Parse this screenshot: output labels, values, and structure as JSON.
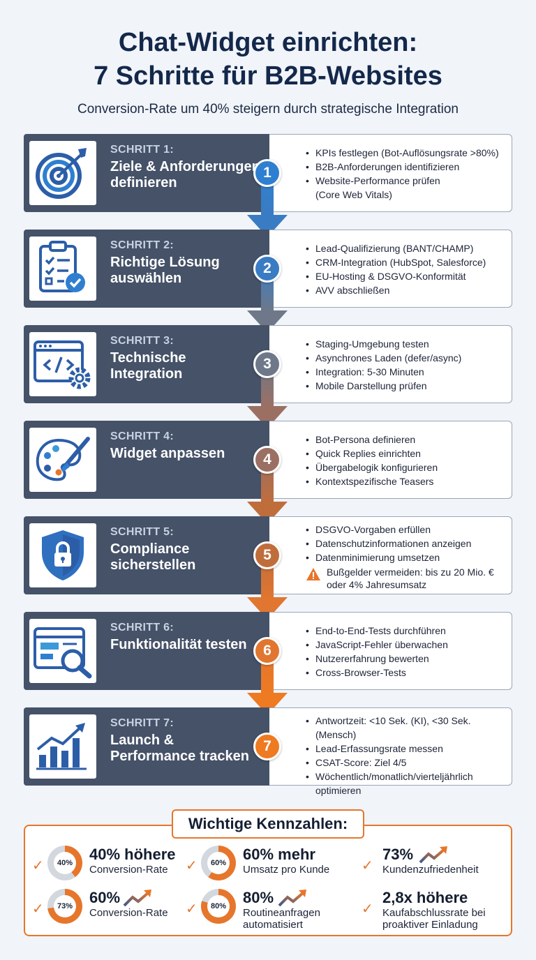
{
  "header": {
    "title_line1": "Chat-Widget einrichten:",
    "title_line2": "7 Schritte für B2B-Websites",
    "subtitle": "Conversion-Rate um 40% steigern durch strategische Integration"
  },
  "steps": [
    {
      "number": "1",
      "label": "SCHRITT 1:",
      "name": "Ziele & Anforderungen definieren",
      "icon": "target-icon",
      "color": "#2f7fd0",
      "bullets": [
        "KPIs festlegen (Bot-Auflösungsrate >80%)",
        "B2B-Anforderungen identifizieren",
        "Website-Performance prüfen",
        "(Core Web Vitals)"
      ]
    },
    {
      "number": "2",
      "label": "SCHRITT 2:",
      "name": "Richtige Lösung auswählen",
      "icon": "checklist-icon",
      "color": "#3a7cc3",
      "bullets": [
        "Lead-Qualifizierung (BANT/CHAMP)",
        "CRM-Integration (HubSpot, Salesforce)",
        "EU-Hosting & DSGVO-Konformität",
        "AVV abschließen"
      ]
    },
    {
      "number": "3",
      "label": "SCHRITT 3:",
      "name": "Technische Integration",
      "icon": "code-window-icon",
      "color": "#6e7889",
      "bullets": [
        "Staging-Umgebung testen",
        "Asynchrones Laden (defer/async)",
        "Integration: 5-30 Minuten",
        "Mobile Darstellung prüfen"
      ]
    },
    {
      "number": "4",
      "label": "SCHRITT 4:",
      "name": "Widget anpassen",
      "icon": "palette-icon",
      "color": "#9b7063",
      "bullets": [
        "Bot-Persona definieren",
        "Quick Replies einrichten",
        "Übergabelogik konfigurieren",
        "Kontextspezifische Teasers"
      ]
    },
    {
      "number": "5",
      "label": "SCHRITT 5:",
      "name": "Compliance sicherstellen",
      "icon": "shield-lock-icon",
      "color": "#c06d3c",
      "bullets": [
        "DSGVO-Vorgaben erfüllen",
        "Datenschutzinformationen anzeigen",
        "Datenminimierung umsetzen"
      ],
      "warning": "Bußgelder vermeiden: bis zu 20 Mio. € oder 4% Jahresumsatz"
    },
    {
      "number": "6",
      "label": "SCHRITT 6:",
      "name": "Funktionalität testen",
      "icon": "magnify-window-icon",
      "color": "#e07630",
      "bullets": [
        "End-to-End-Tests durchführen",
        "JavaScript-Fehler überwachen",
        "Nutzererfahrung bewerten",
        "Cross-Browser-Tests"
      ]
    },
    {
      "number": "7",
      "label": "SCHRITT 7:",
      "name": "Launch & Performance tracken",
      "icon": "bar-chart-icon",
      "color": "#ee7a22",
      "bullets": [
        "Antwortzeit: <10 Sek. (KI), <30 Sek. (Mensch)",
        "Lead-Erfassungsrate messen",
        "CSAT-Score: Ziel 4/5",
        "Wöchentlich/monatlich/vierteljährlich",
        "optimieren"
      ]
    }
  ],
  "kpis": {
    "title": "Wichtige Kennzahlen:",
    "items": [
      {
        "donut": "40%",
        "fill": 0.4,
        "big": "40% höhere",
        "small": "Conversion-Rate",
        "trend": false
      },
      {
        "donut": "60%",
        "fill": 0.6,
        "big": "60% mehr",
        "small": "Umsatz pro Kunde",
        "trend": false
      },
      {
        "donut": "",
        "fill": null,
        "big": "73%",
        "small": "Kundenzufriedenheit",
        "trend": true
      },
      {
        "donut": "73%",
        "fill": 0.73,
        "big": "60%",
        "small": "Conversion-Rate",
        "trend": true
      },
      {
        "donut": "80%",
        "fill": 0.8,
        "big": "80%",
        "small": "Routineanfragen automatisiert",
        "trend": true
      },
      {
        "donut": "",
        "fill": null,
        "big": "2,8x höhere",
        "small": "Kaufabschlussrate bei proaktiver Einladung",
        "trend": false
      }
    ]
  },
  "colors": {
    "navy": "#13284a",
    "slate_panel": "#455268",
    "accent_orange": "#e6762b",
    "accent_blue": "#2f7fd0"
  }
}
